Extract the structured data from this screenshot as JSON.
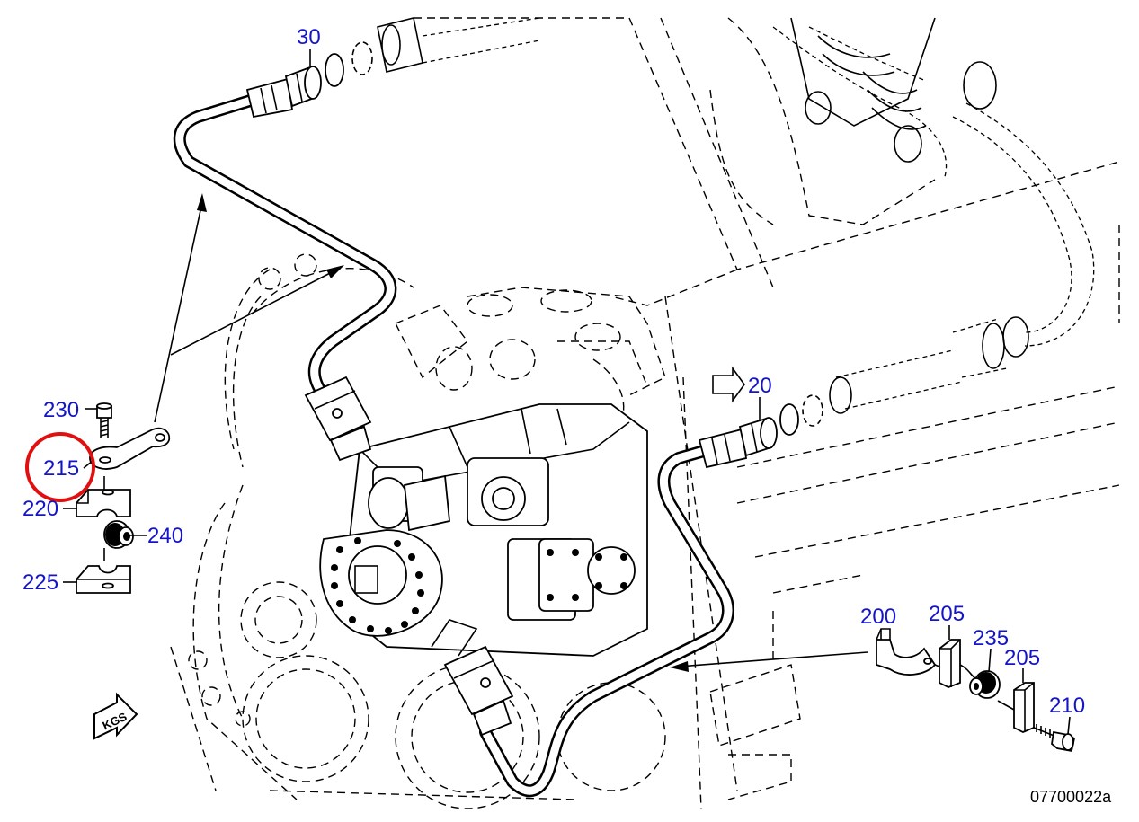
{
  "diagram": {
    "drawing_id": "07700022a",
    "badge_text": "KGS",
    "highlight_color": "#e01010",
    "callout_color": "#1414c8",
    "highlighted_callout": "215",
    "callouts": [
      {
        "id": "c30",
        "label": "30"
      },
      {
        "id": "c20",
        "label": "20"
      },
      {
        "id": "c230",
        "label": "230"
      },
      {
        "id": "c215",
        "label": "215"
      },
      {
        "id": "c220",
        "label": "220"
      },
      {
        "id": "c240",
        "label": "240"
      },
      {
        "id": "c225",
        "label": "225"
      },
      {
        "id": "c200",
        "label": "200"
      },
      {
        "id": "c205a",
        "label": "205"
      },
      {
        "id": "c235",
        "label": "235"
      },
      {
        "id": "c205b",
        "label": "205"
      },
      {
        "id": "c210",
        "label": "210"
      }
    ]
  }
}
